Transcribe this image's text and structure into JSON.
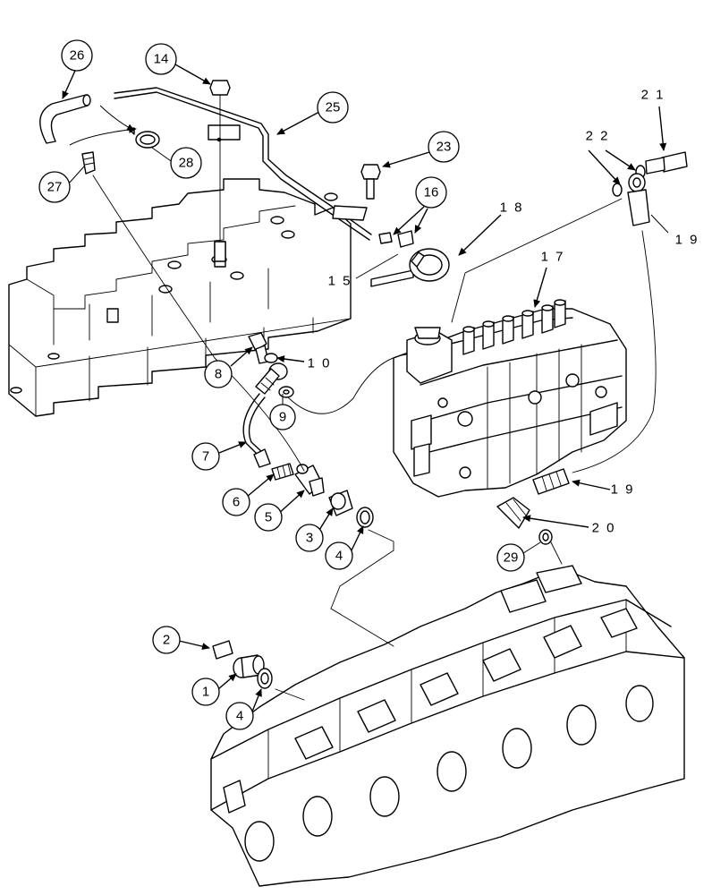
{
  "diagram": {
    "callouts": [
      {
        "id": "c26",
        "text": "26"
      },
      {
        "id": "c14",
        "text": "14"
      },
      {
        "id": "c25",
        "text": "25"
      },
      {
        "id": "c28",
        "text": "28"
      },
      {
        "id": "c27",
        "text": "27"
      },
      {
        "id": "c23",
        "text": "23"
      },
      {
        "id": "c16",
        "text": "16"
      },
      {
        "id": "c21",
        "text": "2 1"
      },
      {
        "id": "c22",
        "text": "2 2"
      },
      {
        "id": "c18",
        "text": "1 8"
      },
      {
        "id": "c19a",
        "text": "1 9"
      },
      {
        "id": "c15",
        "text": "1 5"
      },
      {
        "id": "c17",
        "text": "1 7"
      },
      {
        "id": "c8",
        "text": "8"
      },
      {
        "id": "c10",
        "text": "1 0"
      },
      {
        "id": "c9",
        "text": "9"
      },
      {
        "id": "c7",
        "text": "7"
      },
      {
        "id": "c6",
        "text": "6"
      },
      {
        "id": "c5",
        "text": "5"
      },
      {
        "id": "c3",
        "text": "3"
      },
      {
        "id": "c4a",
        "text": "4"
      },
      {
        "id": "c19b",
        "text": "1 9"
      },
      {
        "id": "c20",
        "text": "2 0"
      },
      {
        "id": "c29",
        "text": "29"
      },
      {
        "id": "c2",
        "text": "2"
      },
      {
        "id": "c1",
        "text": "1"
      },
      {
        "id": "c4b",
        "text": "4"
      }
    ]
  }
}
